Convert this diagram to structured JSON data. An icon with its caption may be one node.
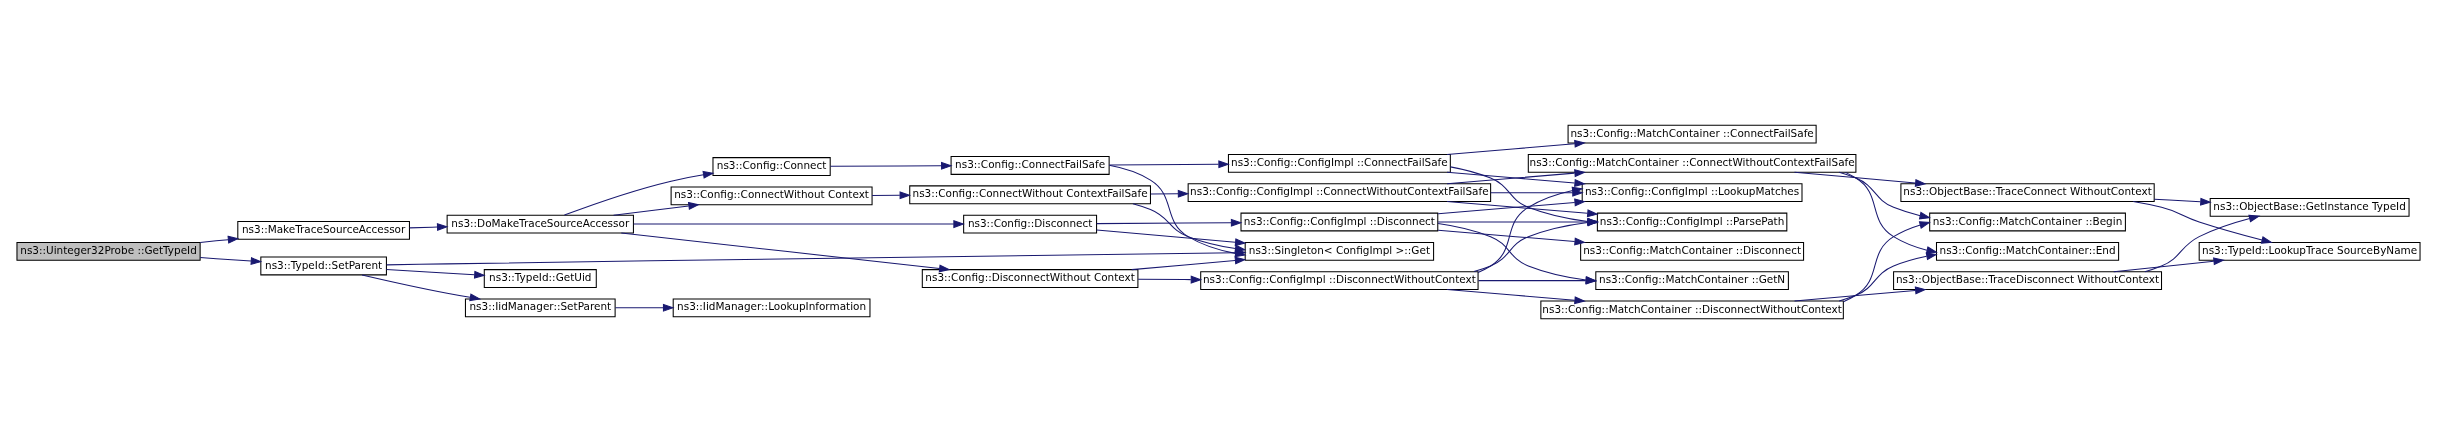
{
  "diagram": {
    "nodes": [
      {
        "text": [
          "ns3::Uinteger32Probe ::GetTypeId"
        ]
      },
      {
        "text": [
          "ns3::MakeTraceSourceAccessor"
        ]
      },
      {
        "text": [
          "ns3::TypeId::SetParent"
        ]
      },
      {
        "text": [
          "ns3::DoMakeTraceSourceAccessor"
        ]
      },
      {
        "text": [
          "ns3::TypeId::GetUid"
        ]
      },
      {
        "text": [
          "ns3::IidManager::SetParent"
        ]
      },
      {
        "text": [
          "ns3::IidManager::LookupInformation"
        ]
      },
      {
        "text": [
          "ns3::Config::Disconnect"
        ]
      },
      {
        "text": [
          "ns3::Config::DisconnectWithout Context"
        ]
      },
      {
        "text": [
          "ns3::Config::ConnectWithout Context"
        ]
      },
      {
        "text": [
          "ns3::Config::Connect"
        ]
      },
      {
        "text": [
          "ns3::Singleton< ConfigImpl >::Get"
        ]
      },
      {
        "text": [
          "ns3::Config::ConnectWithout ContextFailSafe"
        ]
      },
      {
        "text": [
          "ns3::Config::ConnectFailSafe"
        ]
      },
      {
        "text": [
          "ns3::Config::ConfigImpl ::Disconnect"
        ]
      },
      {
        "text": [
          "ns3::Config::ConfigImpl ::DisconnectWithoutContext"
        ]
      },
      {
        "text": [
          "ns3::Config::ConfigImpl ::ConnectWithoutContextFailSafe"
        ]
      },
      {
        "text": [
          "ns3::Config::ConfigImpl ::ConnectFailSafe"
        ]
      },
      {
        "text": [
          "ns3::Config::MatchContainer ::Disconnect"
        ]
      },
      {
        "text": [
          "ns3::Config::MatchContainer ::GetN"
        ]
      },
      {
        "text": [
          "ns3::Config::MatchContainer ::DisconnectWithoutContext"
        ]
      },
      {
        "text": [
          "ns3::Config::ConfigImpl ::LookupMatches"
        ]
      },
      {
        "text": [
          "ns3::Config::ConfigImpl ::ParsePath"
        ]
      },
      {
        "text": [
          "ns3::Config::MatchContainer ::ConnectWithoutContextFailSafe"
        ]
      },
      {
        "text": [
          "ns3::Config::MatchContainer ::ConnectFailSafe"
        ]
      },
      {
        "text": [
          "ns3::ObjectBase::TraceDisconnect WithoutContext"
        ]
      },
      {
        "text": [
          "ns3::Config::MatchContainer::End"
        ]
      },
      {
        "text": [
          "ns3::Config::MatchContainer ::Begin"
        ]
      },
      {
        "text": [
          "ns3::ObjectBase::TraceConnect WithoutContext"
        ]
      },
      {
        "text": [
          "ns3::ObjectBase::GetInstance TypeId"
        ]
      },
      {
        "text": [
          "ns3::TypeId::LookupTrace SourceByName"
        ]
      }
    ],
    "edges": [
      {
        "from": 0,
        "to": 1,
        "arrow": "to"
      },
      {
        "from": 0,
        "to": 2,
        "arrow": "to"
      },
      {
        "from": 1,
        "to": 3,
        "arrow": "to"
      },
      {
        "from": 2,
        "to": 11,
        "arrow": "to"
      },
      {
        "from": 2,
        "to": 4,
        "arrow": "to"
      },
      {
        "from": 2,
        "to": 5,
        "arrow": "to"
      },
      {
        "from": 5,
        "to": 6,
        "arrow": "to"
      },
      {
        "from": 3,
        "to": 7,
        "arrow": "to"
      },
      {
        "from": 3,
        "to": 8,
        "arrow": "to"
      },
      {
        "from": 3,
        "to": 9,
        "arrow": "to"
      },
      {
        "from": 3,
        "to": 10,
        "arrow": "to"
      },
      {
        "from": 7,
        "to": 14,
        "arrow": "to"
      },
      {
        "from": 7,
        "to": 11,
        "arrow": "to"
      },
      {
        "from": 8,
        "to": 15,
        "arrow": "to"
      },
      {
        "from": 8,
        "to": 11,
        "arrow": "to"
      },
      {
        "from": 9,
        "to": 12,
        "arrow": "to"
      },
      {
        "from": 12,
        "to": 16,
        "arrow": "to"
      },
      {
        "from": 12,
        "to": 11,
        "arrow": "to"
      },
      {
        "from": 10,
        "to": 13,
        "arrow": "to"
      },
      {
        "from": 13,
        "to": 11,
        "arrow": "to"
      },
      {
        "from": 13,
        "to": 17,
        "arrow": "to"
      },
      {
        "from": 14,
        "to": 18,
        "arrow": "to"
      },
      {
        "from": 14,
        "to": 19,
        "arrow": "to"
      },
      {
        "from": 14,
        "to": 21,
        "arrow": "to"
      },
      {
        "from": 14,
        "to": 22,
        "arrow": "to"
      },
      {
        "from": 15,
        "to": 19,
        "arrow": "to"
      },
      {
        "from": 15,
        "to": 20,
        "arrow": "to"
      },
      {
        "from": 15,
        "to": 21,
        "arrow": "to"
      },
      {
        "from": 15,
        "to": 22,
        "arrow": "to"
      },
      {
        "from": 16,
        "to": 21,
        "arrow": "to"
      },
      {
        "from": 16,
        "to": 22,
        "arrow": "to"
      },
      {
        "from": 16,
        "to": 23,
        "arrow": "to"
      },
      {
        "from": 17,
        "to": 21,
        "arrow": "to"
      },
      {
        "from": 17,
        "to": 22,
        "arrow": "to"
      },
      {
        "from": 17,
        "to": 24,
        "arrow": "to"
      },
      {
        "from": 20,
        "to": 25,
        "arrow": "to"
      },
      {
        "from": 20,
        "to": 26,
        "arrow": "to"
      },
      {
        "from": 20,
        "to": 27,
        "arrow": "to"
      },
      {
        "from": 23,
        "to": 26,
        "arrow": "to"
      },
      {
        "from": 23,
        "to": 27,
        "arrow": "to"
      },
      {
        "from": 23,
        "to": 28,
        "arrow": "to"
      },
      {
        "from": 25,
        "to": 29,
        "arrow": "to"
      },
      {
        "from": 25,
        "to": 30,
        "arrow": "to"
      },
      {
        "from": 28,
        "to": 29,
        "arrow": "to"
      },
      {
        "from": 28,
        "to": 30,
        "arrow": "to"
      }
    ]
  }
}
